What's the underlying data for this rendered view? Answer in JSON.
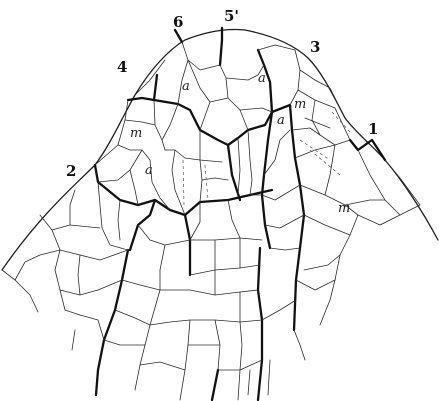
{
  "figure": {
    "layer_numbers": [
      "1",
      "2",
      "3",
      "4",
      "5'",
      "6"
    ],
    "cell_letters": [
      "a",
      "a",
      "a",
      "a",
      "m",
      "m",
      "m"
    ]
  }
}
